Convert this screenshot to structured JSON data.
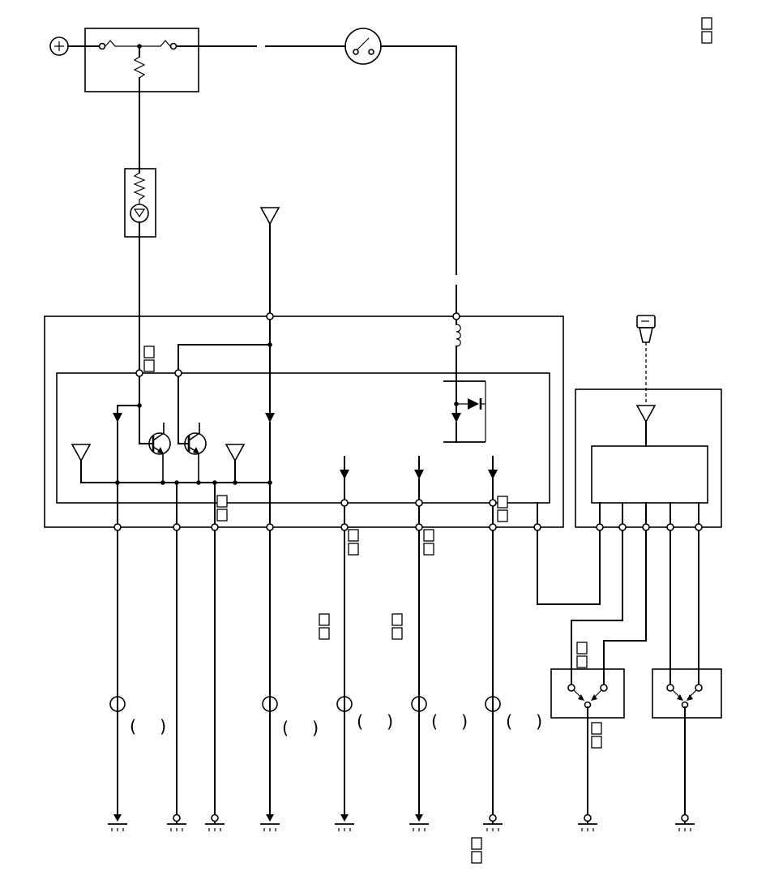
{
  "page": {
    "background_color": "#ffffff",
    "line_color": "#000000"
  },
  "wire_labels": {
    "paren_open": "(",
    "paren_close": ")"
  },
  "unreadable_labels": [
    "□□",
    "□□",
    "□□",
    "□□",
    "□□",
    "□□",
    "□□",
    "□□",
    "□□",
    "□□",
    "□□"
  ],
  "components": {
    "power_source": "battery-positive",
    "fuse_block": "fuse-box",
    "switch": "ignition-switch",
    "indicator_unit": "indicator-relay-unit",
    "main_unit": "control-unit-box",
    "sub_unit": "control-unit-inner-module",
    "receiver_unit": "receiver-box",
    "transmitter": "key-transmitter",
    "door_switches": [
      "door-switch-left",
      "door-switch-right"
    ]
  }
}
